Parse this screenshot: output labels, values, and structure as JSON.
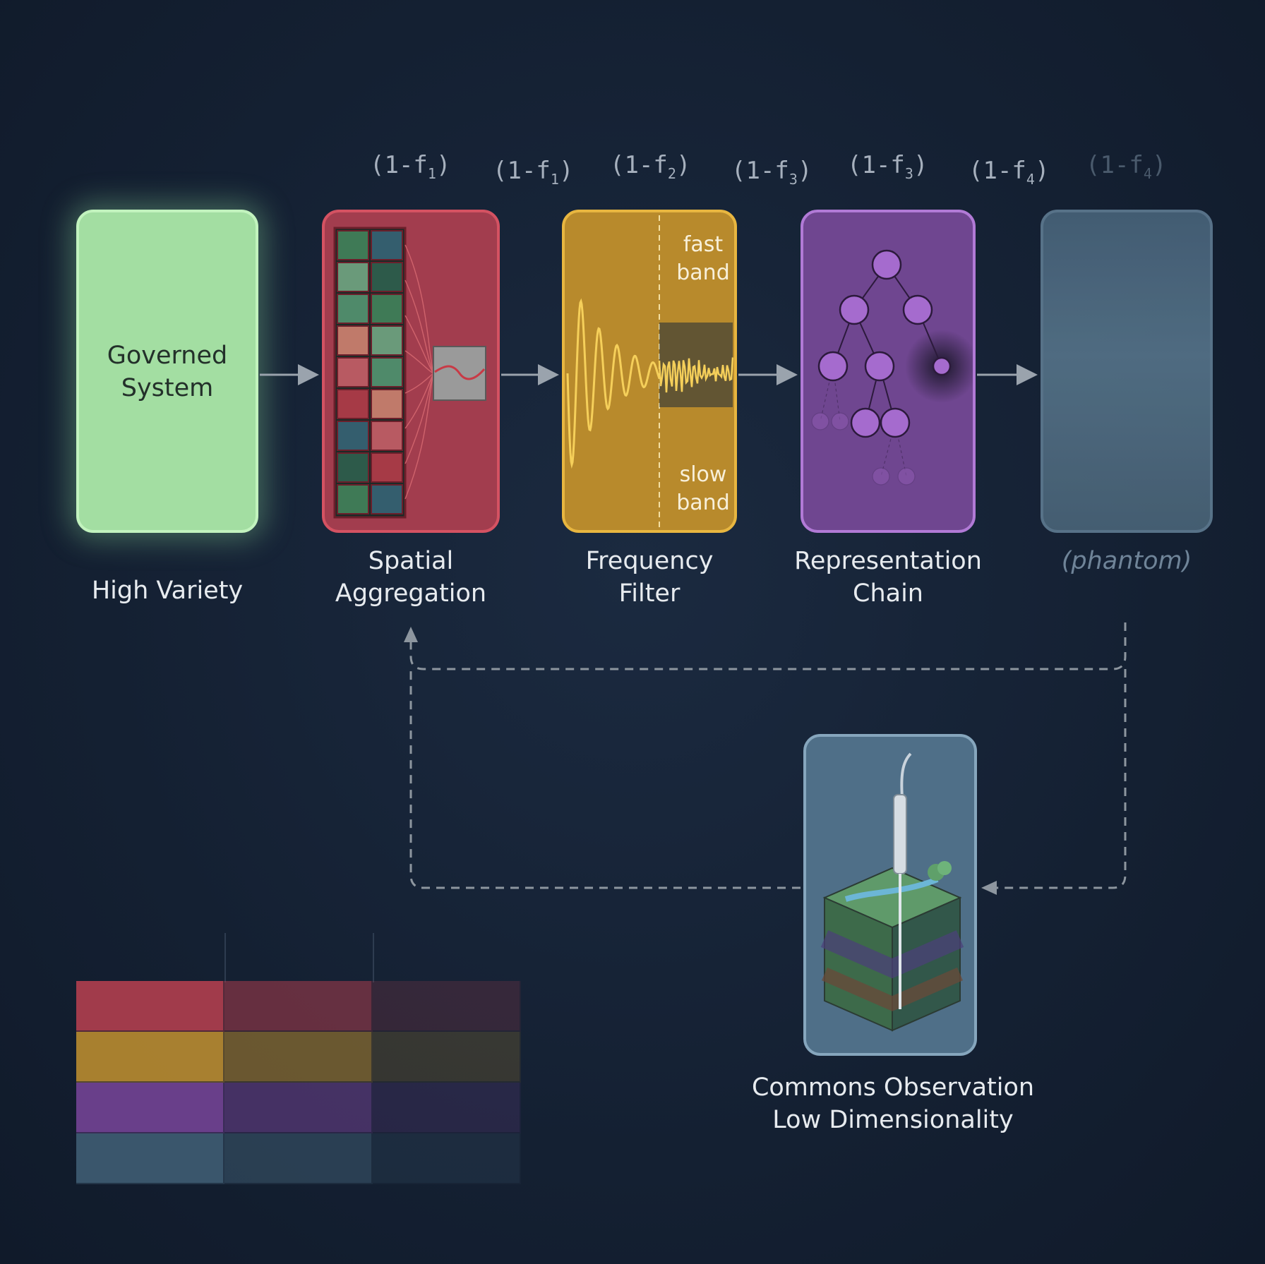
{
  "factors": [
    {
      "base": "(1-f",
      "sub": "1",
      "close": ")"
    },
    {
      "base": "(1-f",
      "sub": "1",
      "close": ")"
    },
    {
      "base": "(1-f",
      "sub": "2",
      "close": ")"
    },
    {
      "base": "(1-f",
      "sub": "3",
      "close": ")"
    },
    {
      "base": "(1-f",
      "sub": "3",
      "close": ")"
    },
    {
      "base": "(1-f",
      "sub": "4",
      "close": ")"
    },
    {
      "base": "(1-f",
      "sub": "4",
      "close": ")"
    }
  ],
  "stages": {
    "governed": {
      "inner_line1": "Governed",
      "inner_line2": "System",
      "label": "High Variety",
      "color": "#a3dea2"
    },
    "spatial": {
      "label_line1": "Spatial",
      "label_line2": "Aggregation",
      "color": "#b3404f"
    },
    "frequency": {
      "label_line1": "Frequency",
      "label_line2": "Filter",
      "fast_line1": "fast",
      "fast_line2": "band",
      "slow_line1": "slow",
      "slow_line2": "band",
      "color": "#c99a35"
    },
    "representation": {
      "label_line1": "Representation",
      "label_line2": "Chain",
      "color": "#7f4d9e"
    },
    "phantom": {
      "label": "(phantom)",
      "color": "#4f6b80"
    }
  },
  "commons": {
    "label_line1": "Commons Observation",
    "label_line2": "Low Dimensionality",
    "color": "#4f6f88"
  },
  "legend": {
    "rows": [
      "#a93d4d",
      "#b18630",
      "#6e418f",
      "#3d5a70"
    ]
  }
}
